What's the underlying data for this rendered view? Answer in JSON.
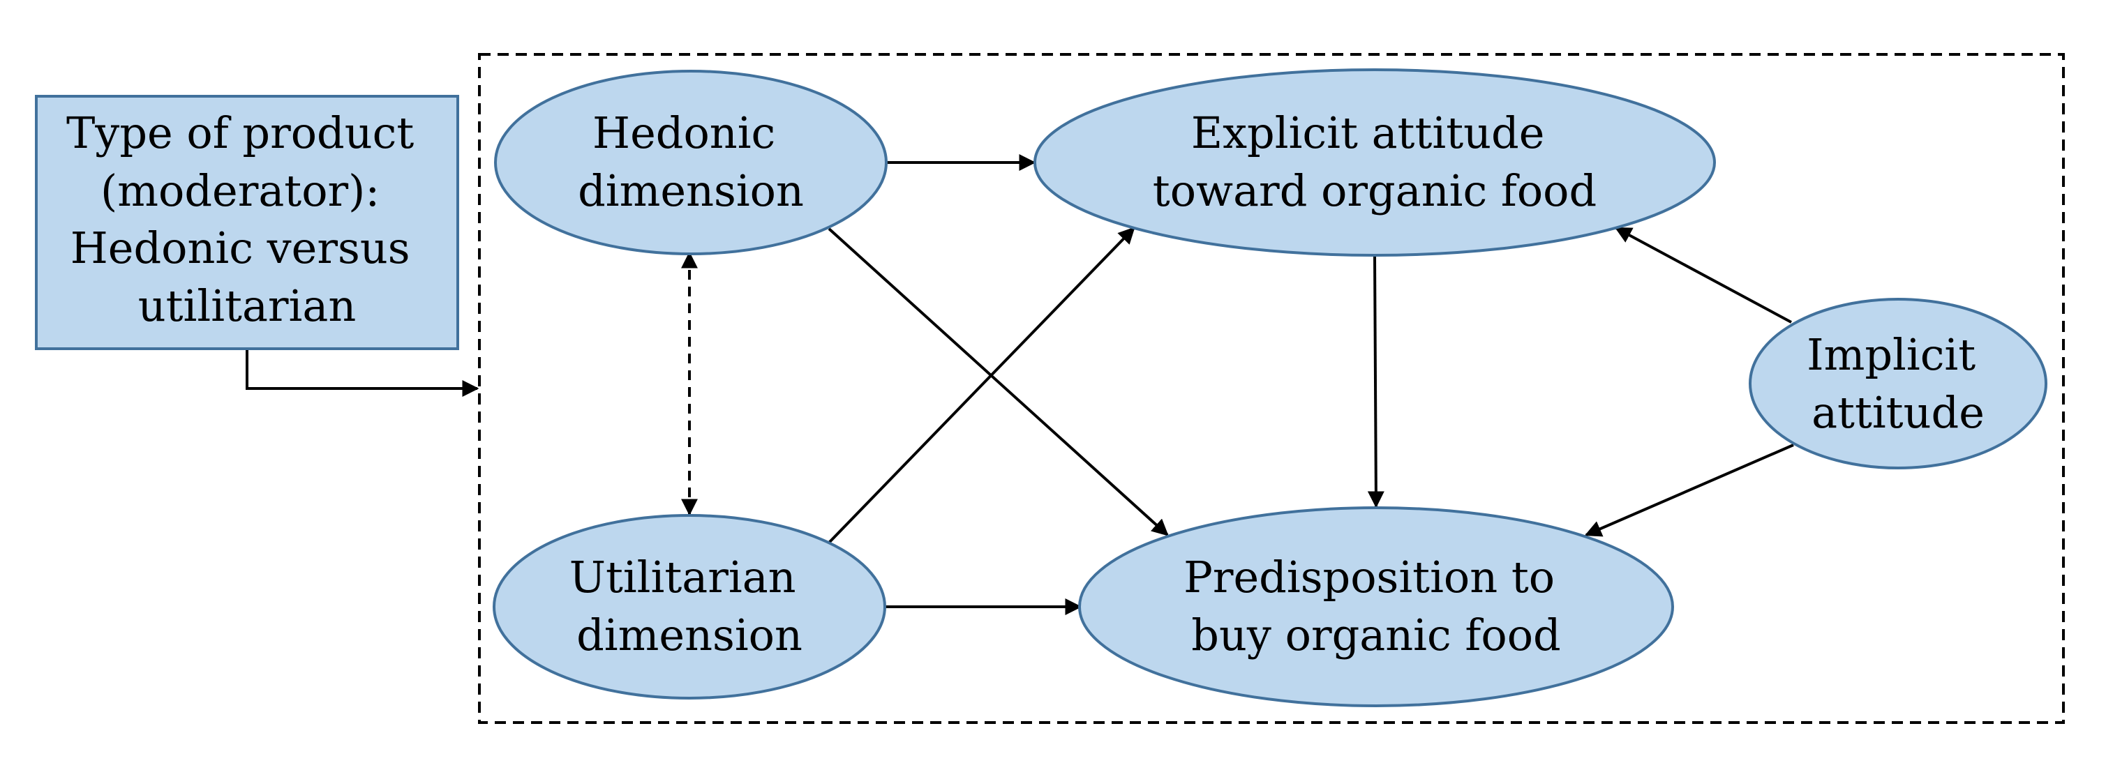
{
  "nodes": {
    "moderator": {
      "lines": [
        "Type of product",
        "(moderator):",
        "Hedonic versus",
        "utilitarian"
      ]
    },
    "hedonic": {
      "lines": [
        "Hedonic",
        "dimension"
      ]
    },
    "utilitarian": {
      "lines": [
        "Utilitarian",
        "dimension"
      ]
    },
    "explicit": {
      "lines": [
        "Explicit attitude",
        "toward organic food"
      ]
    },
    "predisposition": {
      "lines": [
        "Predisposition to",
        "buy organic food"
      ]
    },
    "implicit": {
      "lines": [
        "Implicit",
        "attitude"
      ]
    }
  },
  "edges": [
    {
      "from": "hedonic",
      "to": "explicit",
      "style": "solid",
      "arrow": "end"
    },
    {
      "from": "hedonic",
      "to": "predisposition",
      "style": "solid",
      "arrow": "end"
    },
    {
      "from": "utilitarian",
      "to": "explicit",
      "style": "solid",
      "arrow": "end"
    },
    {
      "from": "utilitarian",
      "to": "predisposition",
      "style": "solid",
      "arrow": "end"
    },
    {
      "from": "explicit",
      "to": "predisposition",
      "style": "solid",
      "arrow": "end"
    },
    {
      "from": "implicit",
      "to": "explicit",
      "style": "solid",
      "arrow": "end"
    },
    {
      "from": "implicit",
      "to": "predisposition",
      "style": "solid",
      "arrow": "end"
    },
    {
      "from": "hedonic",
      "to": "utilitarian",
      "style": "dashed",
      "arrow": "both"
    },
    {
      "from": "moderator",
      "to": "model-frame",
      "style": "solid",
      "arrow": "end"
    }
  ],
  "colors": {
    "node_fill": "#bdd7ee",
    "node_stroke": "#41719c",
    "line": "#000000"
  }
}
